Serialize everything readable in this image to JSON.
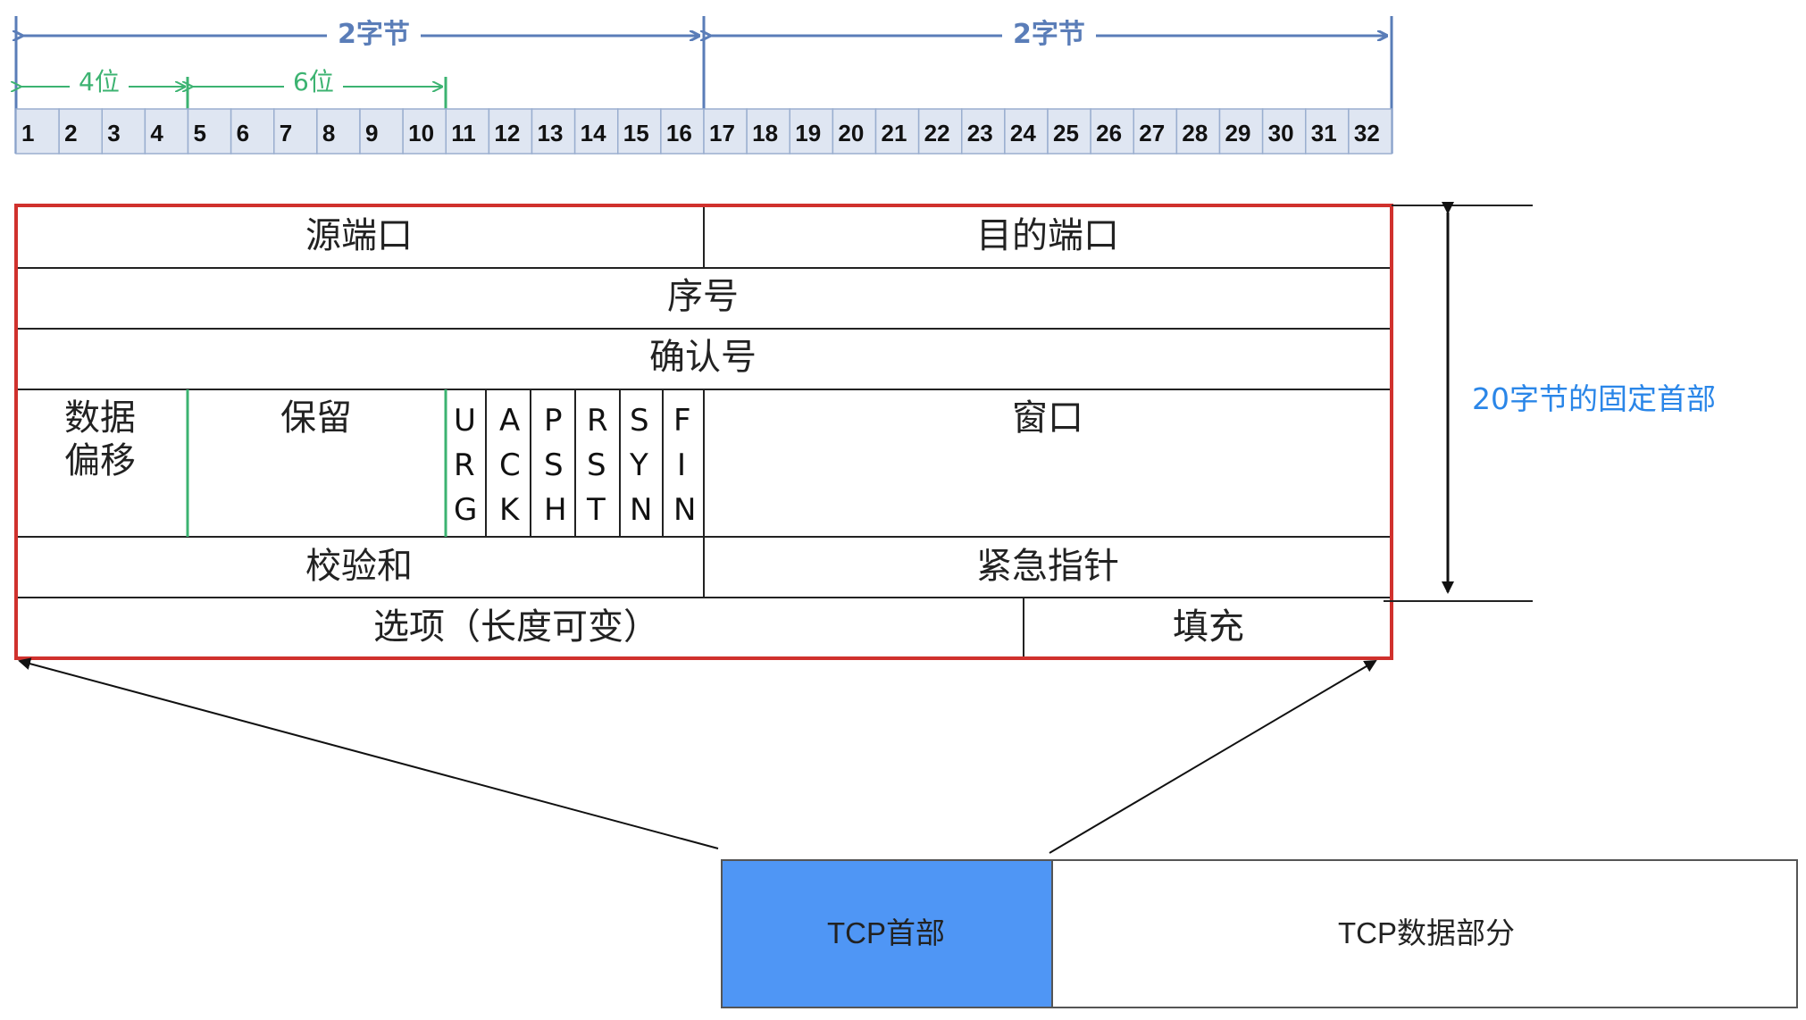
{
  "ruler": {
    "byte_labels": [
      "2字节",
      "2字节"
    ],
    "bit_labels": [
      "4位",
      "6位"
    ],
    "bit_numbers": [
      1,
      2,
      3,
      4,
      5,
      6,
      7,
      8,
      9,
      10,
      11,
      12,
      13,
      14,
      15,
      16,
      17,
      18,
      19,
      20,
      21,
      22,
      23,
      24,
      25,
      26,
      27,
      28,
      29,
      30,
      31,
      32
    ]
  },
  "header": {
    "src_port": "源端口",
    "dst_port": "目的端口",
    "seq": "序号",
    "ack": "确认号",
    "data_offset": "数据偏移",
    "data_offset_line1": "数据",
    "data_offset_line2": "偏移",
    "reserved": "保留",
    "flags": [
      [
        "U",
        "R",
        "G"
      ],
      [
        "A",
        "C",
        "K"
      ],
      [
        "P",
        "S",
        "H"
      ],
      [
        "R",
        "S",
        "T"
      ],
      [
        "S",
        "Y",
        "N"
      ],
      [
        "F",
        "I",
        "N"
      ]
    ],
    "window": "窗口",
    "checksum": "校验和",
    "urgent_ptr": "紧急指针",
    "options": "选项（长度可变）",
    "padding": "填充"
  },
  "fixed_header_note": "20字节的固定首部",
  "segment": {
    "header_label": "TCP首部",
    "data_label": "TCP数据部分"
  },
  "colors": {
    "ruler": "#5a7db8",
    "bit_marker": "#3cb371",
    "header_border": "#d0312d",
    "note": "#2a86e8",
    "tcp_header_fill": "#4f96f5",
    "ruler_fill": "#dfe6f2"
  }
}
